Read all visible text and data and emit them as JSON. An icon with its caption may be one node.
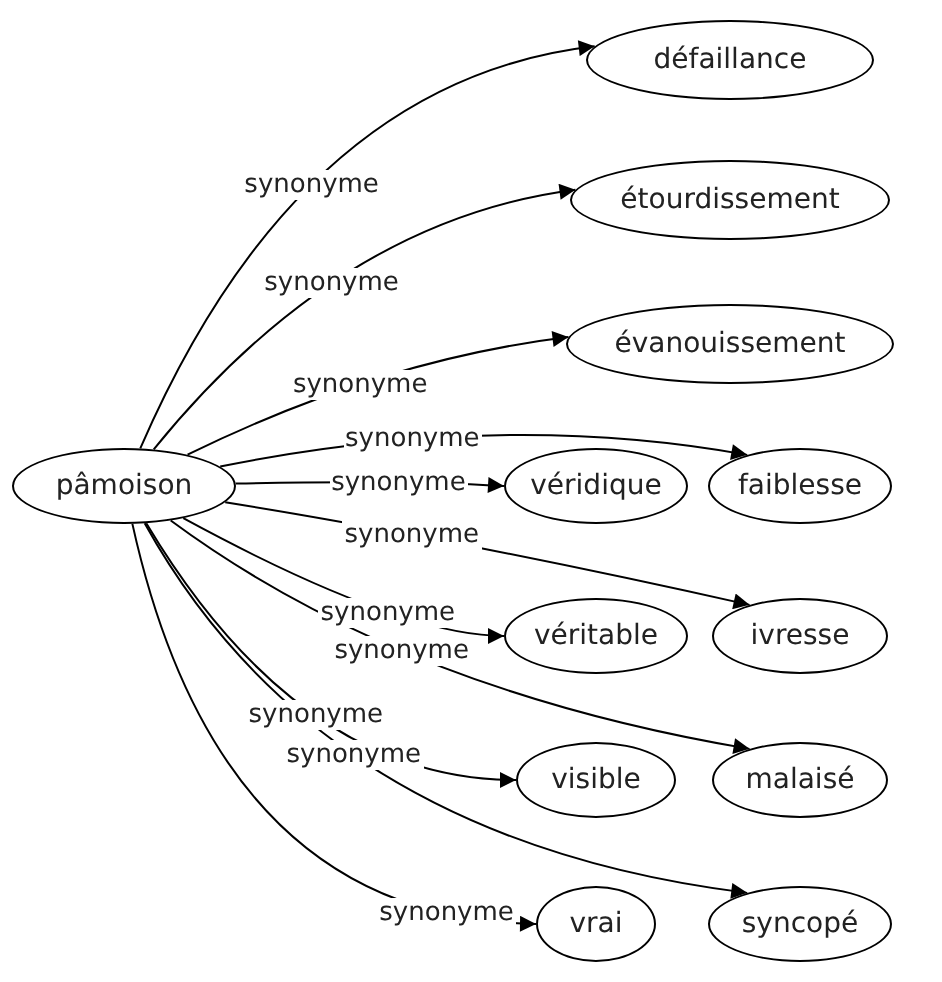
{
  "diagram": {
    "nodes": [
      {
        "text": [
          "pâmoison"
        ]
      },
      {
        "text": [
          "défaillance"
        ]
      },
      {
        "text": [
          "étourdissement"
        ]
      },
      {
        "text": [
          "évanouissement"
        ]
      },
      {
        "text": [
          "véridique"
        ]
      },
      {
        "text": [
          "faiblesse"
        ]
      },
      {
        "text": [
          "véritable"
        ]
      },
      {
        "text": [
          "ivresse"
        ]
      },
      {
        "text": [
          "visible"
        ]
      },
      {
        "text": [
          "malaisé"
        ]
      },
      {
        "text": [
          "vrai"
        ]
      },
      {
        "text": [
          "syncopé"
        ]
      }
    ],
    "edges": [
      {
        "from": 0,
        "to": 1,
        "arrow": "to",
        "label": "synonyme"
      },
      {
        "from": 0,
        "to": 2,
        "arrow": "to",
        "label": "synonyme"
      },
      {
        "from": 0,
        "to": 3,
        "arrow": "to",
        "label": "synonyme"
      },
      {
        "from": 0,
        "to": 4,
        "arrow": "to",
        "label": "synonyme"
      },
      {
        "from": 0,
        "to": 5,
        "arrow": "to",
        "label": "synonyme"
      },
      {
        "from": 0,
        "to": 6,
        "arrow": "to",
        "label": "synonyme"
      },
      {
        "from": 0,
        "to": 7,
        "arrow": "to",
        "label": "synonyme"
      },
      {
        "from": 0,
        "to": 8,
        "arrow": "to",
        "label": "synonyme"
      },
      {
        "from": 0,
        "to": 9,
        "arrow": "to",
        "label": "synonyme"
      },
      {
        "from": 0,
        "to": 10,
        "arrow": "to",
        "label": "synonyme"
      },
      {
        "from": 0,
        "to": 11,
        "arrow": "to",
        "label": "synonyme"
      }
    ]
  }
}
